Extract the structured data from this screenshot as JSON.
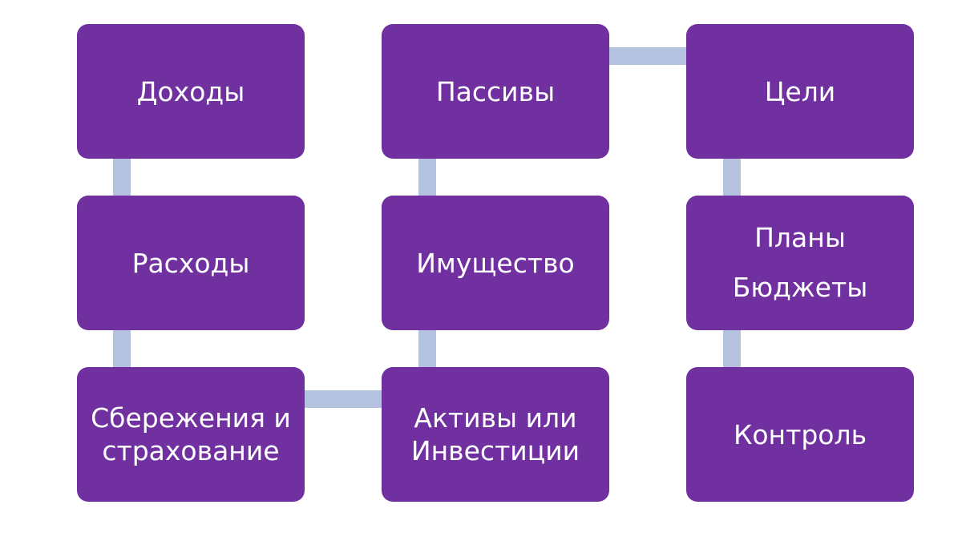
{
  "diagram": {
    "colors": {
      "node_fill": "#7030a0",
      "node_text": "#ffffff",
      "connector": "#b4c2e0",
      "background": "#ffffff"
    },
    "columns": [
      {
        "nodes": [
          {
            "label": "Доходы"
          },
          {
            "label": "Расходы"
          },
          {
            "label": "Сбережения и\nстрахование"
          }
        ]
      },
      {
        "nodes": [
          {
            "label": "Пассивы"
          },
          {
            "label": "Имущество"
          },
          {
            "label": "Активы или\nИнвестиции"
          }
        ]
      },
      {
        "nodes": [
          {
            "label": "Цели"
          },
          {
            "label": "Планы\nБюджеты"
          },
          {
            "label": "Контроль"
          }
        ]
      }
    ],
    "flow": [
      "Доходы",
      "Расходы",
      "Сбережения и страхование",
      "Активы или Инвестиции",
      "Имущество",
      "Пассивы",
      "Цели",
      "Планы Бюджеты",
      "Контроль"
    ]
  }
}
